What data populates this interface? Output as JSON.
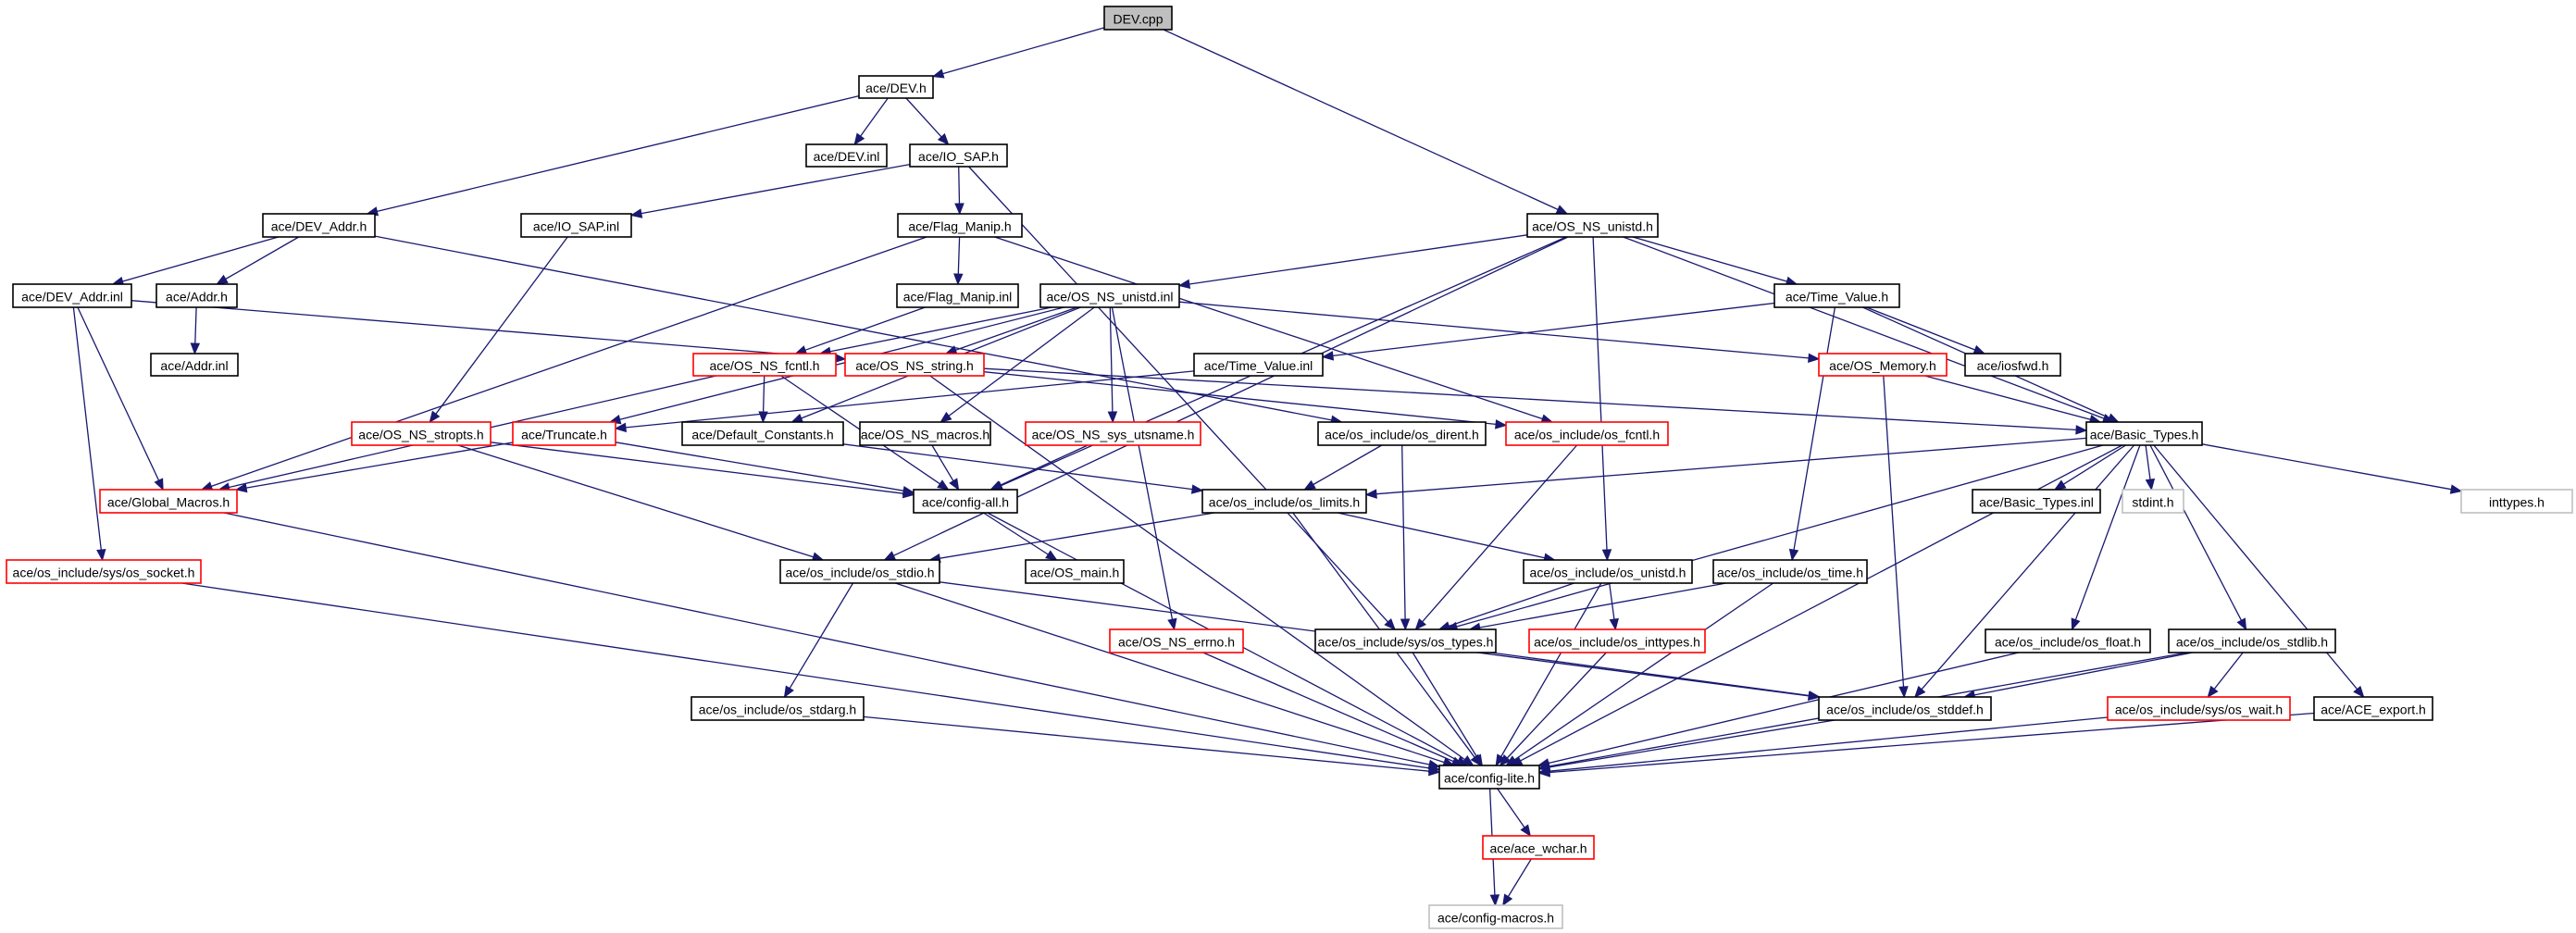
{
  "diagram": {
    "title": "DEV.cpp include dependency graph",
    "colors": {
      "edge": "#191970",
      "root_fill": "#bfbfbf",
      "documented_border": "#000000",
      "undocumented_border": "#ff0000",
      "external_border": "#bfbfbf",
      "node_fill": "#ffffff"
    },
    "nodes": [
      {
        "id": "dev_cpp",
        "label": "DEV.cpp",
        "kind": "root"
      },
      {
        "id": "dev_h",
        "label": "ace/DEV.h",
        "kind": "documented"
      },
      {
        "id": "dev_inl",
        "label": "ace/DEV.inl",
        "kind": "documented"
      },
      {
        "id": "io_sap_h",
        "label": "ace/IO_SAP.h",
        "kind": "documented"
      },
      {
        "id": "dev_addr_h",
        "label": "ace/DEV_Addr.h",
        "kind": "documented"
      },
      {
        "id": "io_sap_inl",
        "label": "ace/IO_SAP.inl",
        "kind": "documented"
      },
      {
        "id": "flag_manip_h",
        "label": "ace/Flag_Manip.h",
        "kind": "documented"
      },
      {
        "id": "os_ns_unistd_h",
        "label": "ace/OS_NS_unistd.h",
        "kind": "documented"
      },
      {
        "id": "dev_addr_inl",
        "label": "ace/DEV_Addr.inl",
        "kind": "documented"
      },
      {
        "id": "addr_h",
        "label": "ace/Addr.h",
        "kind": "documented"
      },
      {
        "id": "flag_manip_inl",
        "label": "ace/Flag_Manip.inl",
        "kind": "documented"
      },
      {
        "id": "os_ns_unistd_inl",
        "label": "ace/OS_NS_unistd.inl",
        "kind": "documented"
      },
      {
        "id": "time_value_h",
        "label": "ace/Time_Value.h",
        "kind": "documented"
      },
      {
        "id": "addr_inl",
        "label": "ace/Addr.inl",
        "kind": "documented"
      },
      {
        "id": "os_ns_fcntl_h",
        "label": "ace/OS_NS_fcntl.h",
        "kind": "undocumented"
      },
      {
        "id": "os_ns_string_h",
        "label": "ace/OS_NS_string.h",
        "kind": "undocumented"
      },
      {
        "id": "time_value_inl",
        "label": "ace/Time_Value.inl",
        "kind": "documented"
      },
      {
        "id": "os_memory_h",
        "label": "ace/OS_Memory.h",
        "kind": "undocumented"
      },
      {
        "id": "iosfwd_h",
        "label": "ace/iosfwd.h",
        "kind": "documented"
      },
      {
        "id": "os_ns_stropts_h",
        "label": "ace/OS_NS_stropts.h",
        "kind": "undocumented"
      },
      {
        "id": "truncate_h",
        "label": "ace/Truncate.h",
        "kind": "undocumented"
      },
      {
        "id": "default_constants_h",
        "label": "ace/Default_Constants.h",
        "kind": "documented"
      },
      {
        "id": "os_ns_macros_h",
        "label": "ace/OS_NS_macros.h",
        "kind": "documented"
      },
      {
        "id": "os_ns_sys_utsname_h",
        "label": "ace/OS_NS_sys_utsname.h",
        "kind": "undocumented"
      },
      {
        "id": "os_dirent_h",
        "label": "ace/os_include/os_dirent.h",
        "kind": "documented"
      },
      {
        "id": "os_fcntl_h",
        "label": "ace/os_include/os_fcntl.h",
        "kind": "undocumented"
      },
      {
        "id": "basic_types_h",
        "label": "ace/Basic_Types.h",
        "kind": "documented"
      },
      {
        "id": "global_macros_h",
        "label": "ace/Global_Macros.h",
        "kind": "undocumented"
      },
      {
        "id": "config_all_h",
        "label": "ace/config-all.h",
        "kind": "documented"
      },
      {
        "id": "os_limits_h",
        "label": "ace/os_include/os_limits.h",
        "kind": "documented"
      },
      {
        "id": "basic_types_inl",
        "label": "ace/Basic_Types.inl",
        "kind": "documented"
      },
      {
        "id": "stdint_h",
        "label": "stdint.h",
        "kind": "external"
      },
      {
        "id": "inttypes_h",
        "label": "inttypes.h",
        "kind": "external"
      },
      {
        "id": "os_socket_h",
        "label": "ace/os_include/sys/os_socket.h",
        "kind": "undocumented"
      },
      {
        "id": "os_stdio_h",
        "label": "ace/os_include/os_stdio.h",
        "kind": "documented"
      },
      {
        "id": "os_main_h",
        "label": "ace/OS_main.h",
        "kind": "documented"
      },
      {
        "id": "os_unistd_h",
        "label": "ace/os_include/os_unistd.h",
        "kind": "documented"
      },
      {
        "id": "os_time_h",
        "label": "ace/os_include/os_time.h",
        "kind": "documented"
      },
      {
        "id": "os_ns_errno_h",
        "label": "ace/OS_NS_errno.h",
        "kind": "undocumented"
      },
      {
        "id": "os_types_h",
        "label": "ace/os_include/sys/os_types.h",
        "kind": "documented"
      },
      {
        "id": "os_inttypes_h",
        "label": "ace/os_include/os_inttypes.h",
        "kind": "undocumented"
      },
      {
        "id": "os_float_h",
        "label": "ace/os_include/os_float.h",
        "kind": "documented"
      },
      {
        "id": "os_stdlib_h",
        "label": "ace/os_include/os_stdlib.h",
        "kind": "documented"
      },
      {
        "id": "os_stdarg_h",
        "label": "ace/os_include/os_stdarg.h",
        "kind": "documented"
      },
      {
        "id": "os_stddef_h",
        "label": "ace/os_include/os_stddef.h",
        "kind": "documented"
      },
      {
        "id": "os_wait_h",
        "label": "ace/os_include/sys/os_wait.h",
        "kind": "undocumented"
      },
      {
        "id": "ace_export_h",
        "label": "ace/ACE_export.h",
        "kind": "documented"
      },
      {
        "id": "config_lite_h",
        "label": "ace/config-lite.h",
        "kind": "documented"
      },
      {
        "id": "ace_wchar_h",
        "label": "ace/ace_wchar.h",
        "kind": "undocumented"
      },
      {
        "id": "config_macros_h",
        "label": "ace/config-macros.h",
        "kind": "external"
      }
    ],
    "edges": [
      [
        "dev_cpp",
        "dev_h"
      ],
      [
        "dev_cpp",
        "os_ns_unistd_h"
      ],
      [
        "dev_h",
        "dev_addr_h"
      ],
      [
        "dev_h",
        "dev_inl"
      ],
      [
        "dev_h",
        "io_sap_h"
      ],
      [
        "io_sap_h",
        "io_sap_inl"
      ],
      [
        "io_sap_h",
        "flag_manip_h"
      ],
      [
        "io_sap_h",
        "os_types_h"
      ],
      [
        "dev_addr_h",
        "dev_addr_inl"
      ],
      [
        "dev_addr_h",
        "addr_h"
      ],
      [
        "dev_addr_h",
        "os_dirent_h"
      ],
      [
        "io_sap_inl",
        "os_ns_stropts_h"
      ],
      [
        "flag_manip_h",
        "flag_manip_inl"
      ],
      [
        "flag_manip_h",
        "global_macros_h"
      ],
      [
        "flag_manip_h",
        "os_fcntl_h"
      ],
      [
        "os_ns_unistd_h",
        "os_ns_unistd_inl"
      ],
      [
        "os_ns_unistd_h",
        "time_value_h"
      ],
      [
        "os_ns_unistd_h",
        "basic_types_h"
      ],
      [
        "os_ns_unistd_h",
        "config_all_h"
      ],
      [
        "os_ns_unistd_h",
        "os_unistd_h"
      ],
      [
        "os_ns_unistd_h",
        "os_stdio_h"
      ],
      [
        "dev_addr_inl",
        "os_ns_string_h"
      ],
      [
        "dev_addr_inl",
        "global_macros_h"
      ],
      [
        "dev_addr_inl",
        "os_socket_h"
      ],
      [
        "addr_h",
        "addr_inl"
      ],
      [
        "flag_manip_inl",
        "os_ns_fcntl_h"
      ],
      [
        "os_ns_unistd_inl",
        "os_ns_fcntl_h"
      ],
      [
        "os_ns_unistd_inl",
        "os_ns_string_h"
      ],
      [
        "os_ns_unistd_inl",
        "truncate_h"
      ],
      [
        "os_ns_unistd_inl",
        "default_constants_h"
      ],
      [
        "os_ns_unistd_inl",
        "os_ns_macros_h"
      ],
      [
        "os_ns_unistd_inl",
        "os_ns_sys_utsname_h"
      ],
      [
        "os_ns_unistd_inl",
        "os_ns_errno_h"
      ],
      [
        "os_ns_unistd_inl",
        "os_memory_h"
      ],
      [
        "time_value_h",
        "time_value_inl"
      ],
      [
        "time_value_h",
        "iosfwd_h"
      ],
      [
        "time_value_h",
        "basic_types_h"
      ],
      [
        "time_value_h",
        "os_time_h"
      ],
      [
        "time_value_inl",
        "truncate_h"
      ],
      [
        "os_ns_fcntl_h",
        "default_constants_h"
      ],
      [
        "os_ns_fcntl_h",
        "global_macros_h"
      ],
      [
        "os_ns_fcntl_h",
        "config_all_h"
      ],
      [
        "os_ns_string_h",
        "basic_types_h"
      ],
      [
        "os_ns_string_h",
        "os_fcntl_h"
      ],
      [
        "os_ns_string_h",
        "config_lite_h"
      ],
      [
        "os_memory_h",
        "basic_types_h"
      ],
      [
        "os_memory_h",
        "os_stddef_h"
      ],
      [
        "os_ns_stropts_h",
        "config_all_h"
      ],
      [
        "os_ns_stropts_h",
        "os_stdio_h"
      ],
      [
        "truncate_h",
        "global_macros_h"
      ],
      [
        "truncate_h",
        "config_all_h"
      ],
      [
        "default_constants_h",
        "os_limits_h"
      ],
      [
        "os_ns_macros_h",
        "config_all_h"
      ],
      [
        "os_ns_sys_utsname_h",
        "config_all_h"
      ],
      [
        "os_dirent_h",
        "os_limits_h"
      ],
      [
        "os_dirent_h",
        "os_types_h"
      ],
      [
        "os_fcntl_h",
        "os_types_h"
      ],
      [
        "basic_types_h",
        "basic_types_inl"
      ],
      [
        "basic_types_h",
        "stdint_h"
      ],
      [
        "basic_types_h",
        "inttypes_h"
      ],
      [
        "basic_types_h",
        "os_limits_h"
      ],
      [
        "basic_types_h",
        "os_types_h"
      ],
      [
        "basic_types_h",
        "os_stddef_h"
      ],
      [
        "basic_types_h",
        "os_float_h"
      ],
      [
        "basic_types_h",
        "os_stdlib_h"
      ],
      [
        "basic_types_h",
        "ace_export_h"
      ],
      [
        "basic_types_h",
        "config_lite_h"
      ],
      [
        "global_macros_h",
        "config_lite_h"
      ],
      [
        "config_all_h",
        "os_main_h"
      ],
      [
        "config_all_h",
        "config_lite_h"
      ],
      [
        "os_limits_h",
        "os_stdio_h"
      ],
      [
        "os_limits_h",
        "os_unistd_h"
      ],
      [
        "os_limits_h",
        "config_lite_h"
      ],
      [
        "os_socket_h",
        "config_lite_h"
      ],
      [
        "os_stdio_h",
        "os_stdarg_h"
      ],
      [
        "os_stdio_h",
        "os_stddef_h"
      ],
      [
        "os_stdio_h",
        "config_lite_h"
      ],
      [
        "os_unistd_h",
        "os_types_h"
      ],
      [
        "os_unistd_h",
        "os_inttypes_h"
      ],
      [
        "os_unistd_h",
        "config_lite_h"
      ],
      [
        "os_time_h",
        "os_types_h"
      ],
      [
        "os_time_h",
        "config_lite_h"
      ],
      [
        "os_ns_errno_h",
        "config_lite_h"
      ],
      [
        "os_types_h",
        "os_stddef_h"
      ],
      [
        "os_types_h",
        "config_lite_h"
      ],
      [
        "os_inttypes_h",
        "config_lite_h"
      ],
      [
        "os_float_h",
        "config_lite_h"
      ],
      [
        "os_stdlib_h",
        "os_stddef_h"
      ],
      [
        "os_stdlib_h",
        "os_wait_h"
      ],
      [
        "os_stdlib_h",
        "config_lite_h"
      ],
      [
        "os_stdarg_h",
        "config_lite_h"
      ],
      [
        "os_stddef_h",
        "config_lite_h"
      ],
      [
        "os_wait_h",
        "config_lite_h"
      ],
      [
        "ace_export_h",
        "config_lite_h"
      ],
      [
        "config_lite_h",
        "ace_wchar_h"
      ],
      [
        "config_lite_h",
        "config_macros_h"
      ],
      [
        "ace_wchar_h",
        "config_macros_h"
      ]
    ]
  }
}
